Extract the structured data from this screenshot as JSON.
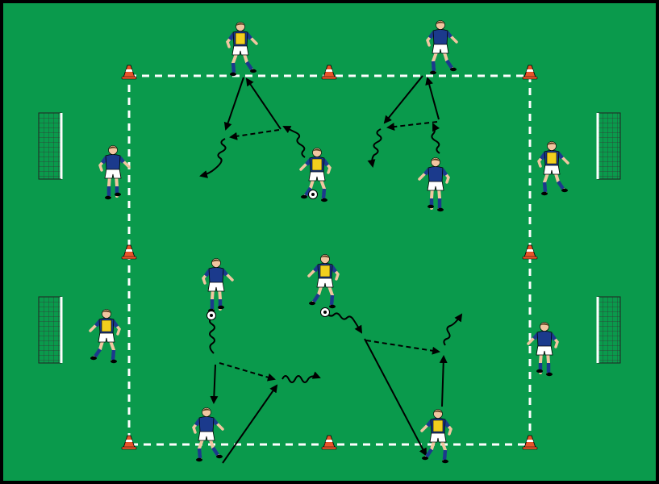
{
  "colors": {
    "pitch": "#0a9a4c",
    "border": "#000000",
    "lines": "#ffffff",
    "home_shirt": "#1b3a8c",
    "bib": "#f2cf1d",
    "shorts": "#ffffff",
    "cone": "#e8552a",
    "arrow": "#000000"
  },
  "legend": {
    "solid_arrow": "pass",
    "dashed_arrow": "player run",
    "wavy_arrow": "dribble"
  },
  "icons": [
    "soccer-ball-icon",
    "cone-icon",
    "goal-icon",
    "player-icon"
  ]
}
